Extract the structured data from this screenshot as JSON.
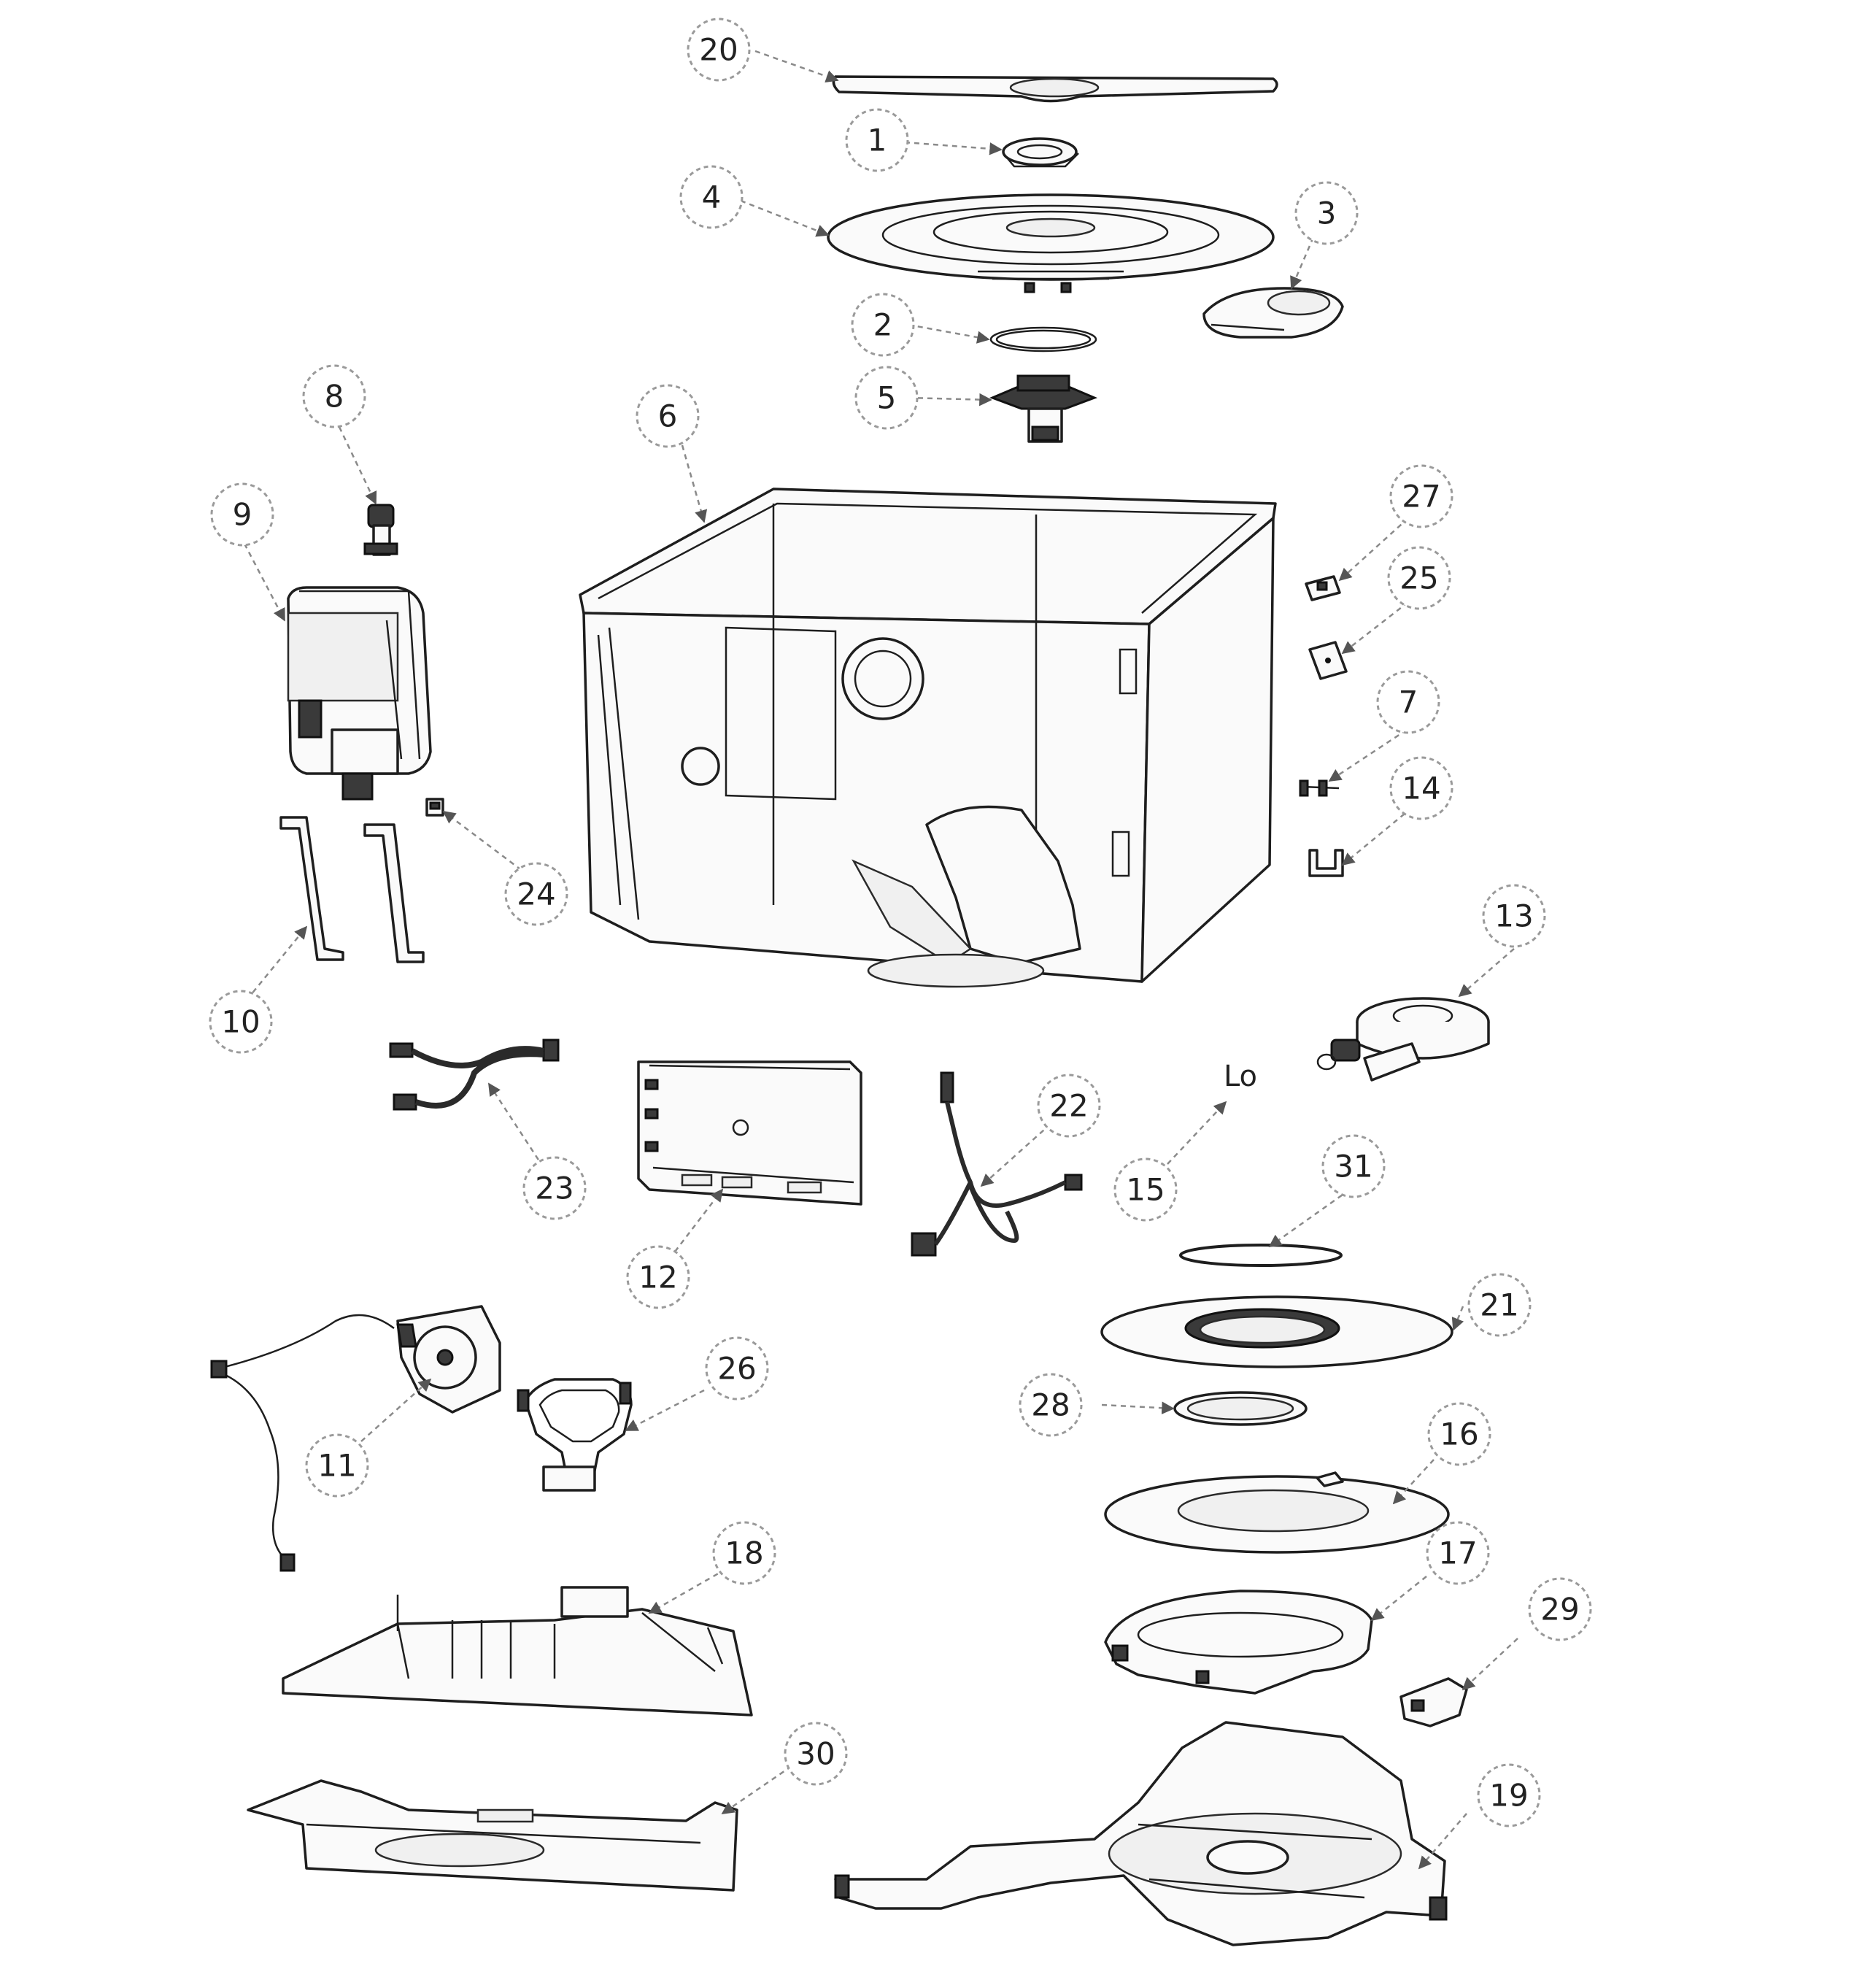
{
  "diagram": {
    "callouts": [
      "1",
      "2",
      "3",
      "4",
      "5",
      "6",
      "7",
      "8",
      "9",
      "10",
      "11",
      "12",
      "13",
      "14",
      "15",
      "16",
      "17",
      "18",
      "19",
      "20",
      "21",
      "22",
      "23",
      "24",
      "25",
      "26",
      "27",
      "28",
      "29",
      "30",
      "31"
    ],
    "stray_text": "Lo"
  }
}
